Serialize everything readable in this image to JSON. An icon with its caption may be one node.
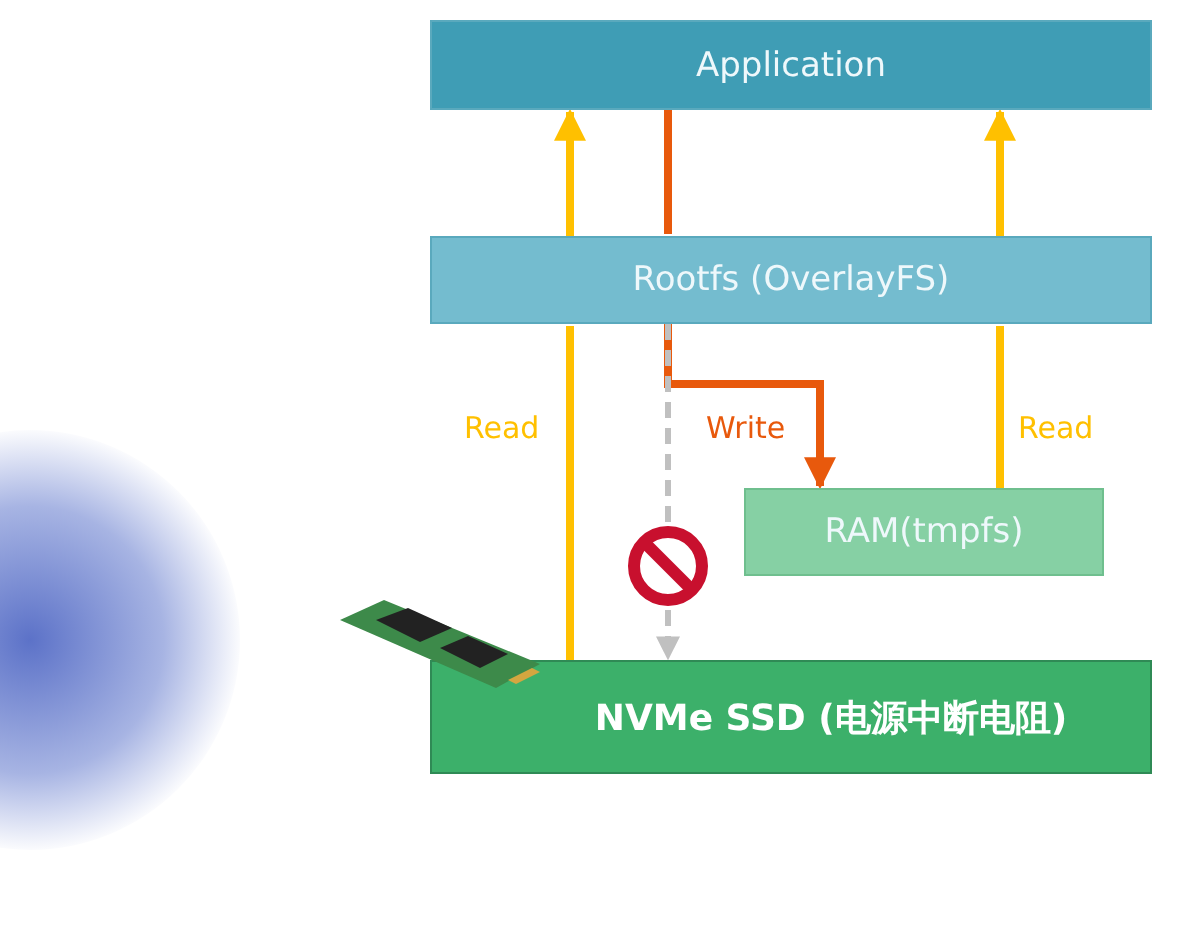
{
  "diagram": {
    "nodes": [
      {
        "text": [
          "Application"
        ]
      },
      {
        "text": [
          "Rootfs (OverlayFS)"
        ]
      },
      {
        "text": [
          "RAM(tmpfs)"
        ]
      },
      {
        "text": [
          "NVMe SSD (电源中断电阻)"
        ]
      }
    ],
    "edges": [
      {
        "from": 3,
        "to": 1,
        "arrow": "none",
        "label": "Read"
      },
      {
        "from": 1,
        "to": 0,
        "arrow": "to"
      },
      {
        "from": 2,
        "to": 1,
        "arrow": "none",
        "label": "Read"
      },
      {
        "from": 1,
        "to": 0,
        "arrow": "to"
      },
      {
        "from": 0,
        "to": 1,
        "arrow": "none",
        "color": "#e8590c"
      },
      {
        "from": 1,
        "to": 2,
        "arrow": "to",
        "label": "Write",
        "color": "#e8590c"
      },
      {
        "from": 1,
        "to": 3,
        "arrow": "to",
        "style": "dashed",
        "color": "#c0c0c0"
      }
    ]
  }
}
